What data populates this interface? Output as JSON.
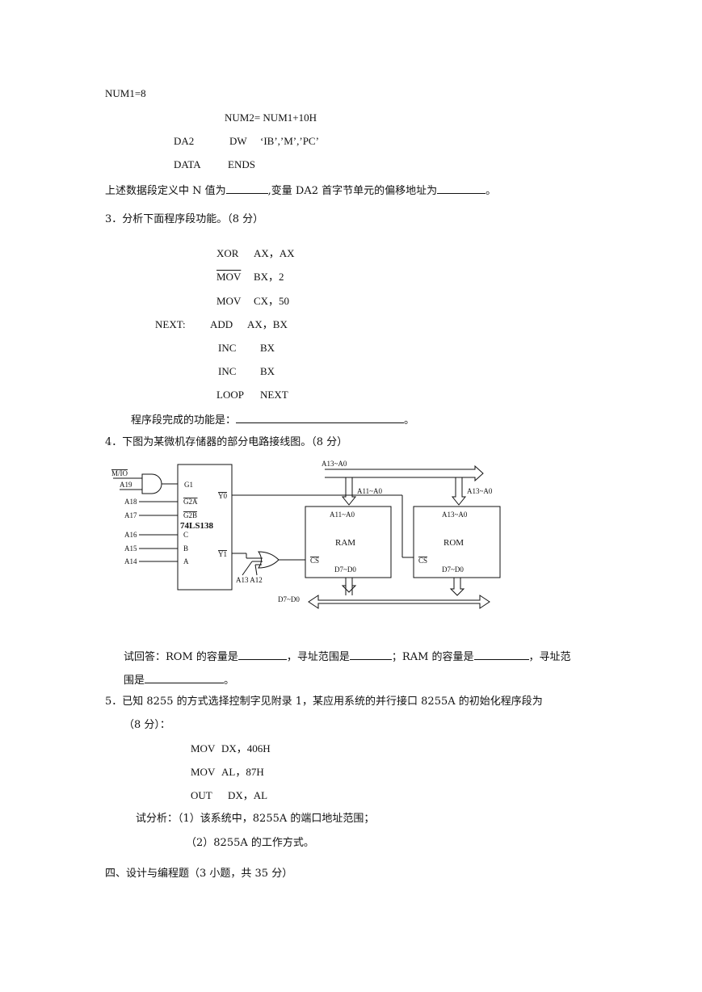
{
  "code_top": {
    "l1": "NUM1=8",
    "l2": "NUM2= NUM1+10H",
    "l3a": "DA2",
    "l3b": "DW",
    "l3c": "‘IB’,’M’,’PC’",
    "l4a": "DATA",
    "l4b": "ENDS"
  },
  "q2_sentence": {
    "part1": "上述数据段定义中 N 值为",
    "part2": ",变量 DA2 首字节单元的偏移地址为",
    "part3": "。"
  },
  "q3": {
    "title": "3．分析下面程序段功能。（8 分）",
    "code": [
      {
        "label": "",
        "op": "XOR",
        "args": "AX，AX",
        "ov": true
      },
      {
        "label": "",
        "op": "MOV",
        "args": "BX，2",
        "ov": true
      },
      {
        "label": "",
        "op": "MOV",
        "args": "CX，50",
        "ov": false
      },
      {
        "label": "NEXT:",
        "op": "ADD",
        "args": "AX，BX",
        "ov": false
      },
      {
        "label": "",
        "op": "INC",
        "args": "BX",
        "ov": false
      },
      {
        "label": "",
        "op": "INC",
        "args": "BX",
        "ov": false
      },
      {
        "label": "",
        "op": "LOOP",
        "args": "NEXT",
        "ov": false
      }
    ],
    "answer_prefix": "程序段完成的功能是：",
    "answer_suffix": "。"
  },
  "q4": {
    "title": "4．下图为某微机存储器的部分电路接线图。（8 分）",
    "circuit": {
      "decoder_name": "74LS138",
      "decoder_pins_left": [
        "G1",
        "G2A",
        "G2B",
        "C",
        "B",
        "A"
      ],
      "decoder_pins_right": [
        "Y0",
        "Y1"
      ],
      "inputs": [
        "M/IO",
        "A19",
        "A18",
        "A17",
        "A16",
        "A15",
        "A14"
      ],
      "or_inputs": "A13 A12",
      "address_bus": "A13~A0",
      "ram_addr_in": "A11~A0",
      "rom_addr_in": "A13~A0",
      "ram_label": "RAM",
      "rom_label": "ROM",
      "ram_addr": "A11~A0",
      "rom_addr": "A13~A0",
      "cs": "CS",
      "data": "D7~D0",
      "data_bus": "D7~D0"
    },
    "answer_line1": {
      "p1": "试回答：ROM 的容量是",
      "p2": "，寻址范围是",
      "p3": "；RAM 的容量是",
      "p4": "，寻址范"
    },
    "answer_line2": {
      "p1": "围是",
      "p2": "。"
    }
  },
  "q5": {
    "title": "5．已知 8255 的方式选择控制字见附录 1，某应用系统的并行接口 8255A 的初始化程序段为",
    "title2": "（8 分）：",
    "code": [
      {
        "op": "MOV",
        "args": "DX，406H"
      },
      {
        "op": "MOV",
        "args": "AL，87H"
      },
      {
        "op": "OUT",
        "args": "DX，AL"
      }
    ],
    "ask1": "试分析：（1）该系统中，8255A 的端口地址范围；",
    "ask2": "（2）8255A 的工作方式。"
  },
  "section4": "四、设计与编程题（3 小题，共 35 分）"
}
